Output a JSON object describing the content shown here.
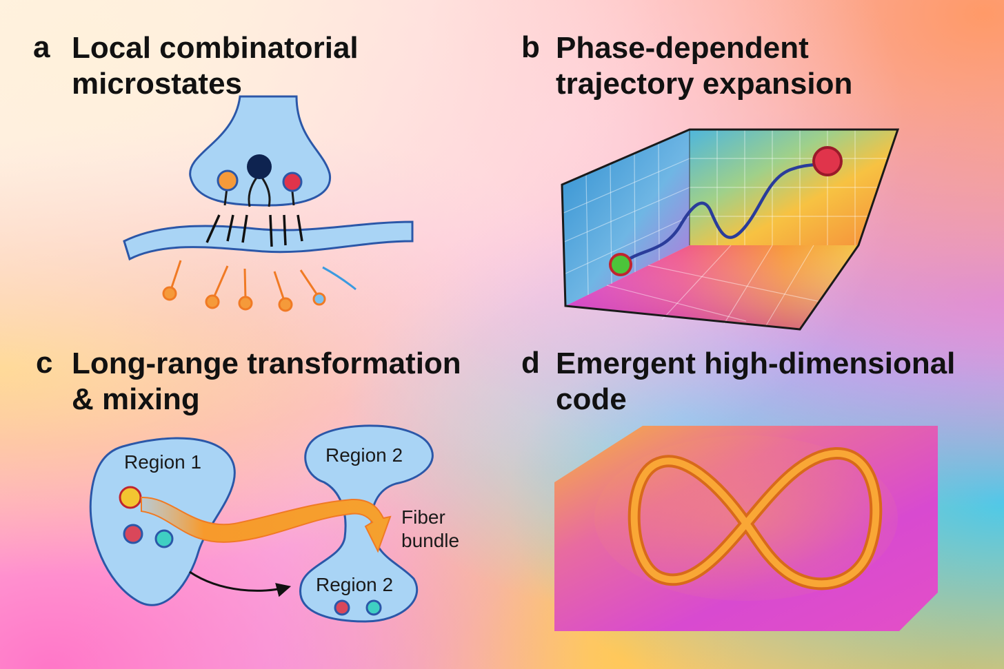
{
  "panels": {
    "a": {
      "label": "a",
      "title_line1": "Local combinatorial",
      "title_line2": "microstates"
    },
    "b": {
      "label": "b",
      "title_line1": "Phase-dependent",
      "title_line2": "trajectory expansion"
    },
    "c": {
      "label": "c",
      "title_line1": "Long-range transformation",
      "title_line2": "& mixing",
      "region_1": "Region 1",
      "region_2_top": "Region 2",
      "region_2_bottom": "Region 2",
      "fiber_line1": "Fiber",
      "fiber_line2": "bundle"
    },
    "d": {
      "label": "d",
      "title_line1": "Emergent high-dimensional",
      "title_line2": "code"
    }
  },
  "colors": {
    "cell_fill": "#a9d4f5",
    "cell_stroke": "#2b57a8",
    "orange": "#f07a24",
    "red": "#e0344b",
    "navy": "#0e2350",
    "green": "#4cc43a",
    "yellow": "#f3c531",
    "teal": "#27c2b8",
    "infinity": "#f59a2c"
  }
}
